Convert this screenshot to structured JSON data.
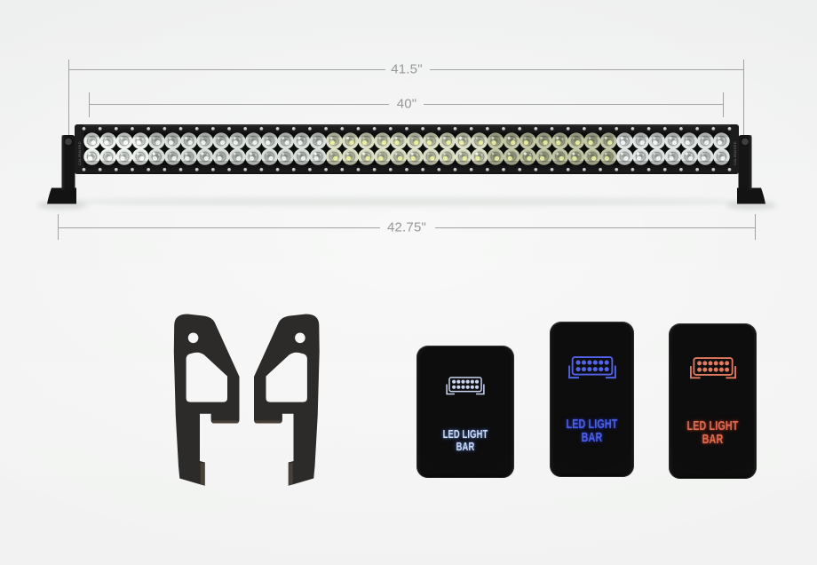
{
  "annotations": {
    "top_width_label": "41.5\"",
    "mid_width_label": "40\"",
    "bottom_width_label": "42.75\""
  },
  "light_bar": {
    "led_columns": 40,
    "led_rows": 2,
    "rivet_count": 41,
    "end_cap_text": "CALIRAISED",
    "lens_segments": [
      {
        "until": 4,
        "tone": "bright"
      },
      {
        "until": 15,
        "tone": "silver"
      },
      {
        "until": 25,
        "tone": "silveryellow"
      },
      {
        "until": 33,
        "tone": "olive"
      },
      {
        "until": 40,
        "tone": "lightgray"
      }
    ]
  },
  "switches": [
    {
      "line1": "LED LIGHT",
      "line2": "BAR",
      "color": "#cfdcf5",
      "icon_color": "#c8d4f0"
    },
    {
      "line1": "LED LIGHT",
      "line2": "BAR",
      "color": "#4d5fe8",
      "icon_color": "#5263ea"
    },
    {
      "line1": "LED LIGHT",
      "line2": "BAR",
      "color": "#e06a52",
      "icon_color": "#e27a60"
    }
  ],
  "colors": {
    "background": "#ecedec",
    "dimension_lines": "#a3a3a3",
    "bracket_fill": "#2d2b29",
    "bar_frame": "#161616"
  }
}
